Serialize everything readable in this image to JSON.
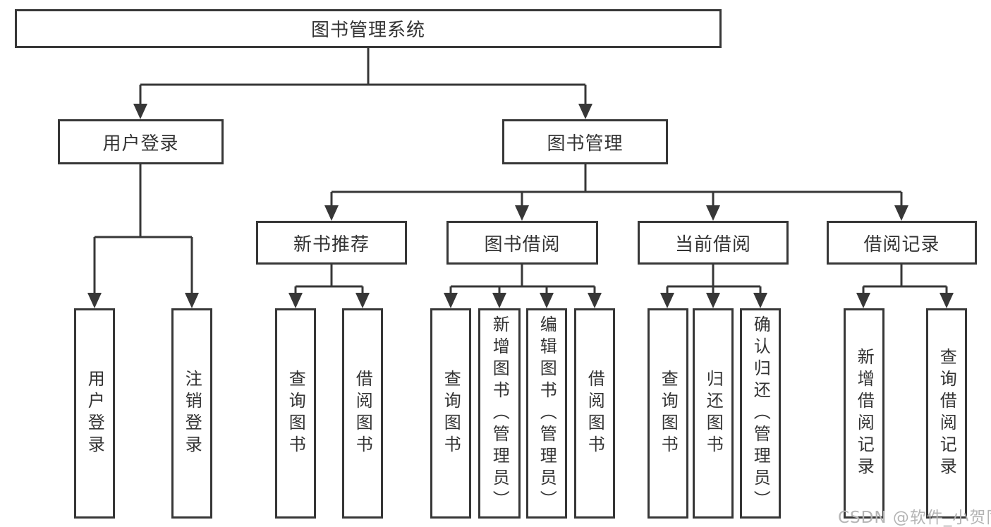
{
  "colors": {
    "line": "#373737",
    "text": "#333333",
    "watermark": "#b4b4b4",
    "background": "#ffffff"
  },
  "watermark": {
    "text": "CSDN @软件_小贺同学"
  },
  "nodes": {
    "root": {
      "label": "图书管理系统"
    },
    "level2": [
      {
        "label": "用户登录"
      },
      {
        "label": "图书管理"
      }
    ],
    "level3": [
      {
        "label": "新书推荐"
      },
      {
        "label": "图书借阅"
      },
      {
        "label": "当前借阅"
      },
      {
        "label": "借阅记录"
      }
    ],
    "level4": [
      {
        "label": "用户登录"
      },
      {
        "label": "注销登录"
      },
      {
        "label": "查询图书"
      },
      {
        "label": "借阅图书"
      },
      {
        "label": "查询图书"
      },
      {
        "label": "新增图书（管理员）"
      },
      {
        "label": "编辑图书（管理员）"
      },
      {
        "label": "借阅图书"
      },
      {
        "label": "查询图书"
      },
      {
        "label": "归还图书"
      },
      {
        "label": "确认归还（管理员）"
      },
      {
        "label": "新增借阅记录"
      },
      {
        "label": "查询借阅记录"
      }
    ]
  }
}
